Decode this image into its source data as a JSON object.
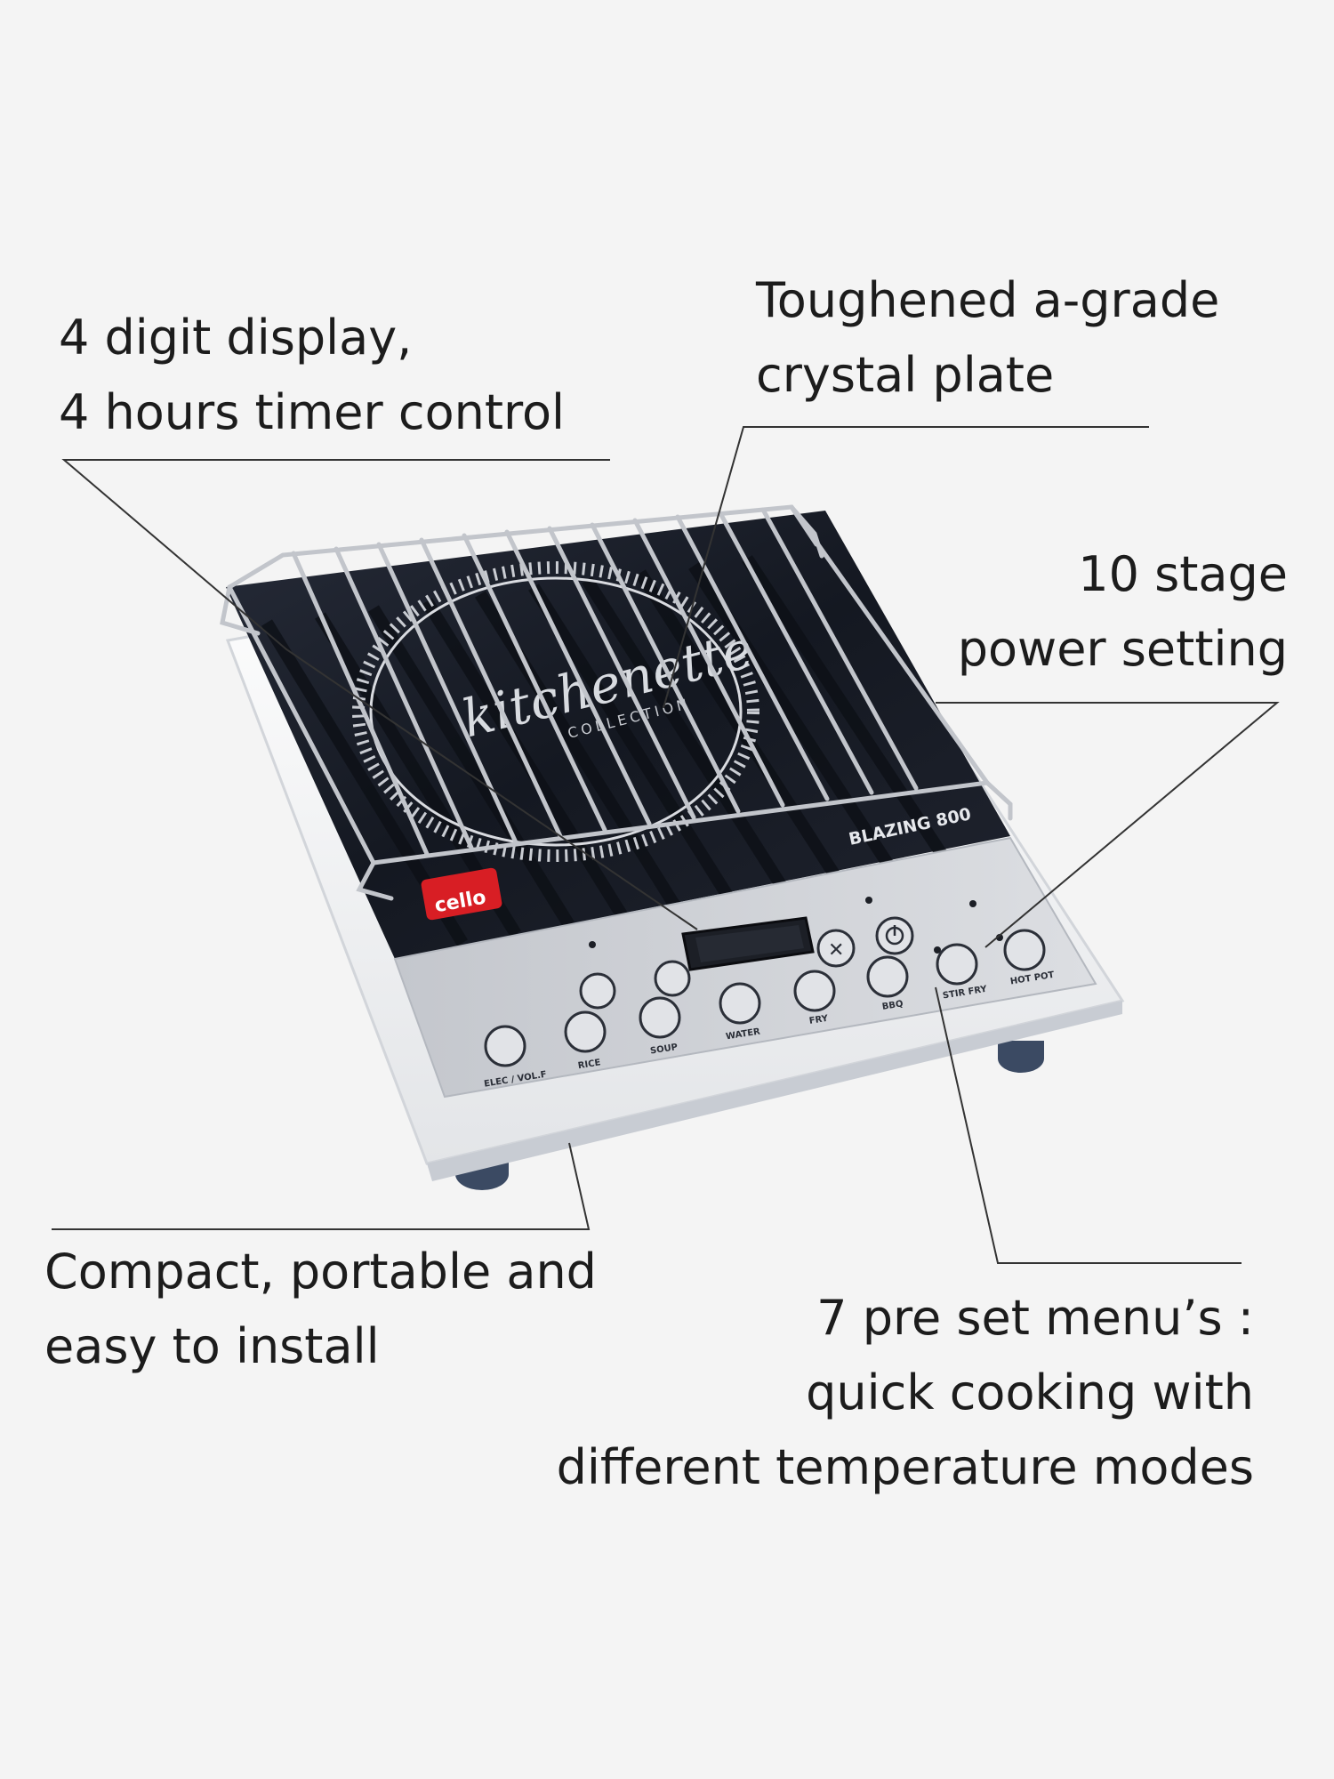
{
  "callouts": {
    "display": {
      "line1": "4 digit display,",
      "line2": "4 hours timer control"
    },
    "plate": {
      "line1": "Toughened a-grade",
      "line2": "crystal plate"
    },
    "power": {
      "line1": "10 stage",
      "line2": "power setting"
    },
    "compact": {
      "line1": "Compact, portable and",
      "line2": "easy to install"
    },
    "menus": {
      "line1": "7 pre set menu’s :",
      "line2": "quick cooking with",
      "line3": "different temperature modes"
    }
  },
  "product": {
    "brand": "cello",
    "model": "BLAZING 800",
    "collection_script": "kitchenette",
    "collection_sub": "COLLECTION"
  },
  "panel": {
    "buttons": [
      {
        "label": "ELEC / VOL.F"
      },
      {
        "label": "RICE"
      },
      {
        "label": "SOUP"
      },
      {
        "label": "WATER"
      },
      {
        "label": "FRY"
      },
      {
        "label": "BBQ"
      },
      {
        "label": "STIR FRY"
      },
      {
        "label": "HOT POT"
      }
    ]
  },
  "colors": {
    "background": "#f4f4f4",
    "glass": "#1b1f2a",
    "panel": "#cfd1d6",
    "body": "#f7f7f7",
    "brand_red": "#d81e24",
    "feet": "#3b4a63",
    "text": "#1c1c1c"
  }
}
